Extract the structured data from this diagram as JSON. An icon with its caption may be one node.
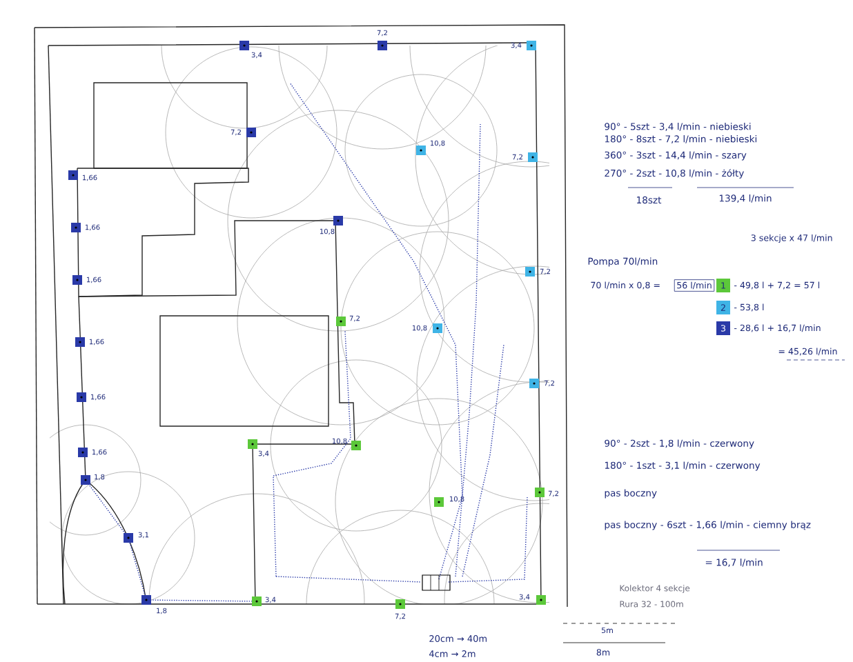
{
  "diagram": {
    "labels": [
      "7,2",
      "3,4",
      "3,4",
      "7,2",
      "10,8",
      "7,2",
      "1,66",
      "10,8",
      "1,66",
      "7,2",
      "1,66",
      "7,2",
      "10,8",
      "1,66",
      "7,2",
      "1,66",
      "3,4",
      "10,8",
      "1,66",
      "1,8",
      "7,2",
      "10,8",
      "3,1",
      "3,4",
      "1,8",
      "3,4",
      "7,2",
      "90° - 5szt - 3,4 l/min - niebieski",
      "180° - 8szt - 7,2 l/min - niebieski",
      "360° - 3szt - 14,4 l/min - szary",
      "270° - 2szt - 10,8 l/min - żółty",
      "18szt",
      "139,4 l/min",
      "3 sekcje x 47 l/min",
      "Pompa 70l/min",
      "70 l/min x 0,8 =",
      "56 l/min",
      "1",
      "2",
      "3",
      "= 45,26 l/min",
      "90° - 2szt - 1,8 l/min - czerwony",
      "180° - 1szt - 3,1 l/min - czerwony",
      "pas boczny",
      "pas boczny - 6szt - 1,66 l/min - ciemny brąz",
      "= 16,7 l/min",
      "Kolektor 4 sekcje",
      "Rura 32 - 100m",
      "5m",
      "8m",
      "20cm → 40m",
      "4cm → 2m"
    ],
    "legend": [
      {
        "text": "- 49,8 l + 7,2 = 57 l",
        "color": "#5cc83a"
      },
      {
        "text": "- 53,8 l",
        "color": "#3fb4e6"
      },
      {
        "text": "- 28,6 l + 16,7 l/min",
        "color": "#2a3aa8"
      }
    ]
  }
}
